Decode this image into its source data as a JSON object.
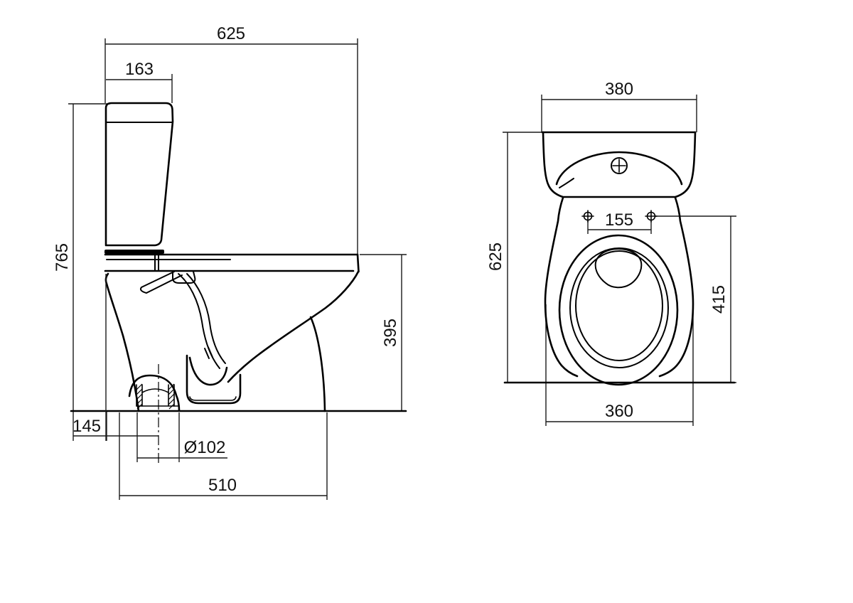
{
  "drawing": {
    "type": "technical-dimension-drawing",
    "subject": "close-coupled toilet (WC) with cistern, side elevation and front elevation",
    "background_color": "#ffffff",
    "line_color": "#000000",
    "views": {
      "side": {
        "label": "side-elevation",
        "dimensions": {
          "overall_depth": "625",
          "cistern_top_depth": "163",
          "overall_height": "765",
          "rim_height": "395",
          "outlet_setout": "145",
          "outlet_diameter": "Ø102",
          "base_depth": "510"
        }
      },
      "front": {
        "label": "front-elevation",
        "dimensions": {
          "cistern_width": "380",
          "overall_height": "625",
          "fixing_hole_spacing": "155",
          "bowl_length": "415",
          "base_width": "360"
        }
      }
    }
  }
}
